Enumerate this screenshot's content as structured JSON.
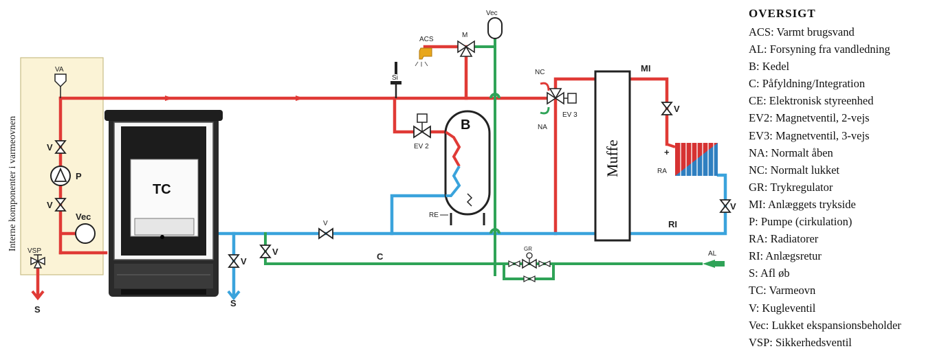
{
  "colors": {
    "flow": "#e03a36",
    "return": "#3aa3dc",
    "cold": "#2fa357",
    "component_box": "#fbf3d6",
    "component_box_border": "#c9bd86",
    "valve": "#222222",
    "stove_dark": "#2a2a2a",
    "radiator_hot": "#d63232",
    "radiator_cold": "#2f7fc0"
  },
  "labels": {
    "va": "VA",
    "v": "V",
    "p": "P",
    "vec": "Vec",
    "vsp": "VSP",
    "s": "S",
    "tc": "TC",
    "si": "Si",
    "acs": "ACS",
    "m": "M",
    "ev2": "EV 2",
    "b": "B",
    "re": "RE",
    "nc": "NC",
    "na": "NA",
    "ev3": "EV 3",
    "muffe": "Muffe",
    "mi": "MI",
    "ra": "RA",
    "ri": "RI",
    "c": "C",
    "gr": "GR",
    "al": "AL",
    "plus": "+"
  },
  "internal_components_label": "Interne komponenter i varmeovnen",
  "legend": {
    "title": "OVERSIGT",
    "items": [
      "ACS: Varmt brugsvand",
      "AL: Forsyning fra vandledning",
      "B: Kedel",
      "C: Påfyldning/Integration",
      "CE: Elektronisk styreenhed",
      "EV2: Magnetventil, 2-vejs",
      "EV3: Magnetventil, 3-vejs",
      "NA: Normalt åben",
      "NC: Normalt lukket",
      "GR: Trykregulator",
      "MI: Anlæggets trykside",
      "P: Pumpe (cirkulation)",
      "RA: Radiatorer",
      "RI: Anlægsretur",
      "S: Afl øb",
      "TC: Varmeovn",
      "V: Kugleventil",
      "Vec: Lukket ekspansionsbeholder",
      "VSP: Sikkerhedsventil"
    ]
  }
}
